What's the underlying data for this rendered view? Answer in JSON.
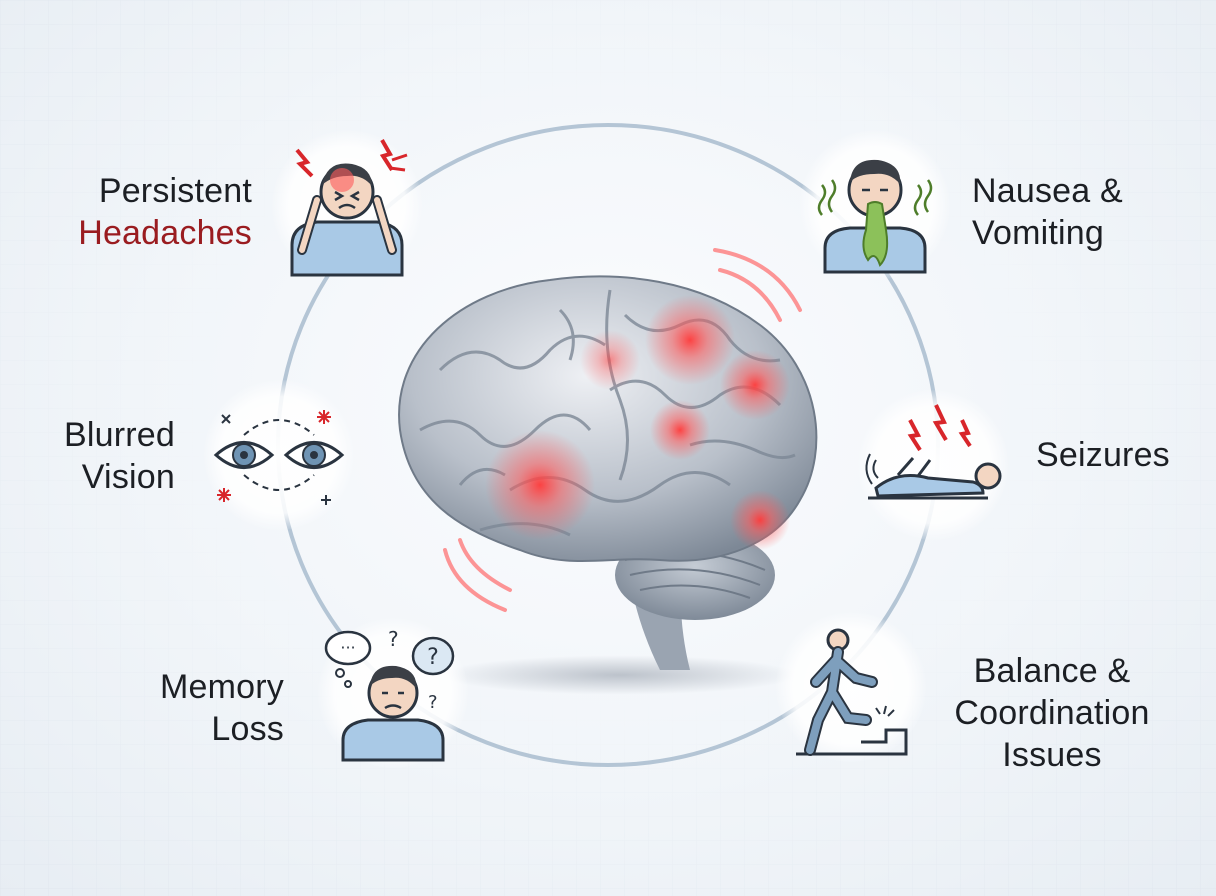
{
  "symptoms": {
    "headaches": {
      "line1": "Persistent",
      "line2": "Headaches",
      "icon": "headache-person-icon"
    },
    "nausea": {
      "line1": "Nausea &",
      "line2": "Vomiting",
      "icon": "nausea-person-icon"
    },
    "vision": {
      "line1": "Blurred",
      "line2": "Vision",
      "icon": "blurred-eyes-icon"
    },
    "seizures": {
      "line1": "Seizures",
      "icon": "seizure-person-icon"
    },
    "memory": {
      "line1": "Memory",
      "line2": "Loss",
      "icon": "confused-person-icon"
    },
    "balance": {
      "line1": "Balance &",
      "line2": "Coordination",
      "line3": "Issues",
      "icon": "walking-stairs-icon"
    }
  },
  "colors": {
    "accent_red": "#9a1c20",
    "glow_red": "#ff3b3b",
    "brain_gray": "#b9c0ca",
    "shirt_blue": "#a9c9e6",
    "ring_blue": "#9fb4c8"
  },
  "center_icon": "brain-icon"
}
